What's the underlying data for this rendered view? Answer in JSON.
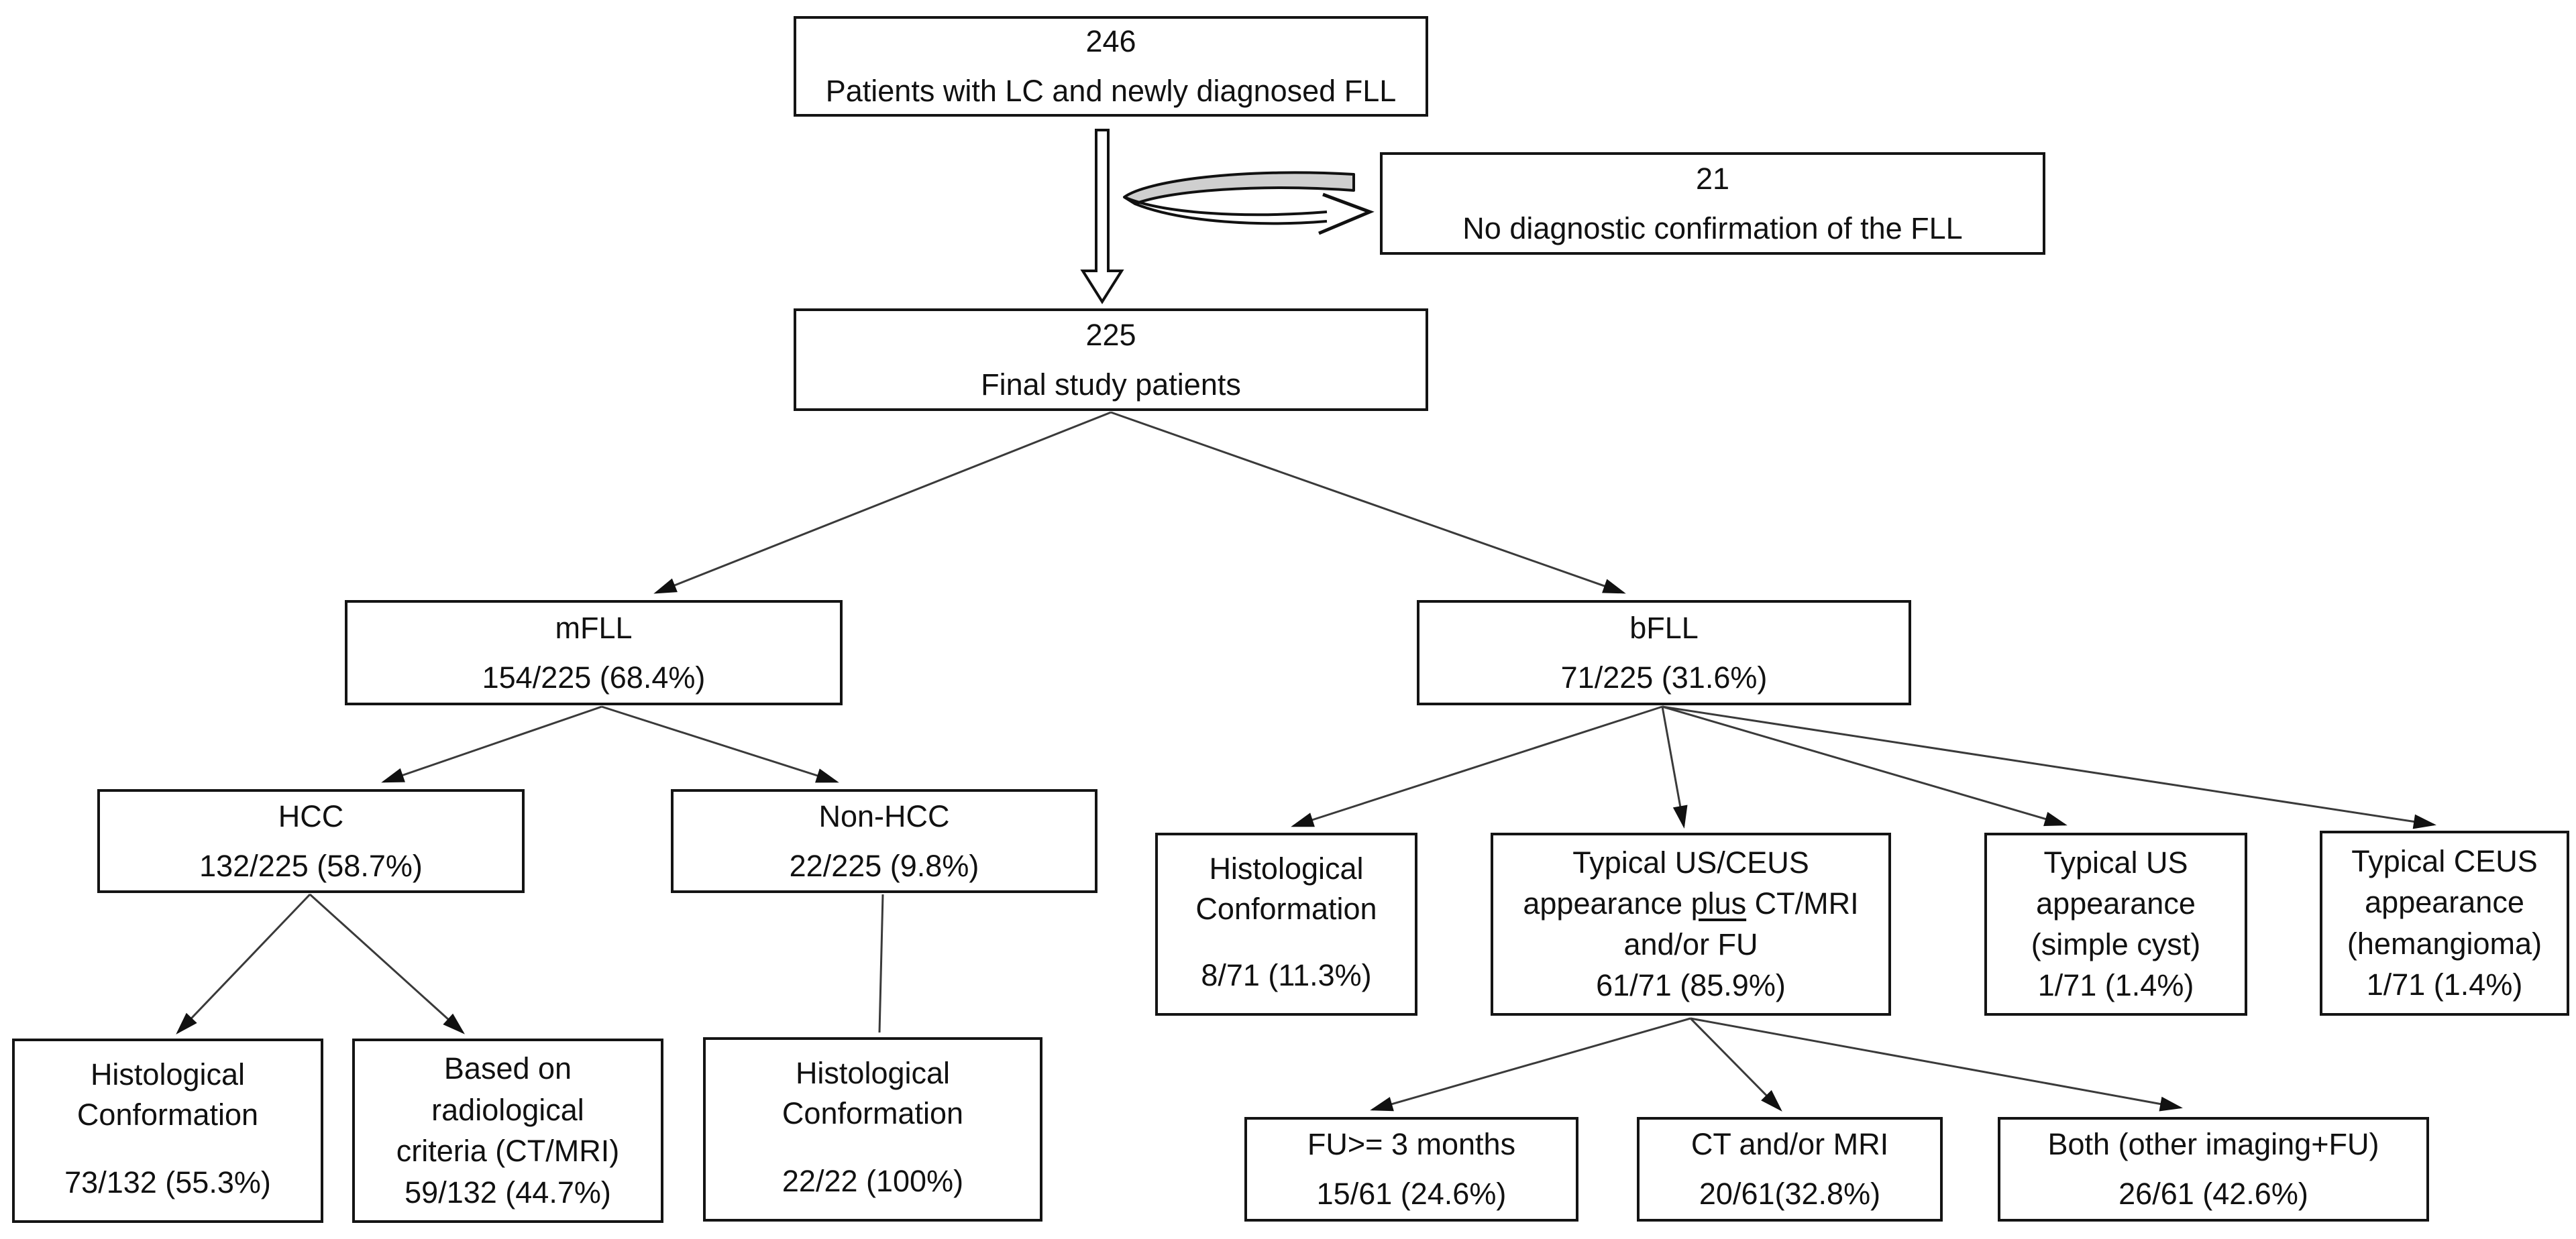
{
  "figure": {
    "background": "#ffffff",
    "colors": {
      "box_border": "#141414",
      "text": "#111111",
      "connector_line": "#3a3a3a",
      "loop_fill": "#cfcfcf"
    },
    "boxes": {
      "enrolled": {
        "count": "246",
        "label": "Patients with LC and newly diagnosed FLL"
      },
      "excluded": {
        "count": "21",
        "label": "No diagnostic confirmation of the FLL"
      },
      "final": {
        "count": "225",
        "label": "Final study patients"
      },
      "mfll": {
        "title": "mFLL",
        "stat": "154/225 (68.4%)"
      },
      "bfll": {
        "title": "bFLL",
        "stat": "71/225 (31.6%)"
      },
      "hcc": {
        "title": "HCC",
        "stat": "132/225 (58.7%)"
      },
      "nonhcc": {
        "title": "Non-HCC",
        "stat": "22/225 (9.8%)"
      },
      "hcc_hist": {
        "line1": "Histological",
        "line2": "Conformation",
        "stat": "73/132 (55.3%)"
      },
      "hcc_radio": {
        "line1": "Based on",
        "line2": "radiological",
        "line3": "criteria (CT/MRI)",
        "stat": "59/132 (44.7%)"
      },
      "nonhcc_hist": {
        "line1": "Histological",
        "line2": "Conformation",
        "stat": "22/22 (100%)"
      },
      "bfll_hist": {
        "line1": "Histological",
        "line2": "Conformation",
        "stat": "8/71 (11.3%)"
      },
      "bfll_usceus": {
        "line1": "Typical US/CEUS",
        "line2_pre": "appearance ",
        "line2_underline": "plus",
        "line2_post": " CT/MRI",
        "line3": "and/or FU",
        "stat": "61/71 (85.9%)"
      },
      "bfll_us": {
        "line1": "Typical US",
        "line2": "appearance",
        "line3": "(simple cyst)",
        "stat": "1/71 (1.4%)"
      },
      "bfll_ceus": {
        "line1": "Typical CEUS",
        "line2": "appearance",
        "line3": "(hemangioma)",
        "stat": "1/71 (1.4%)"
      },
      "fu": {
        "line1": "FU>= 3 months",
        "stat": "15/61 (24.6%)"
      },
      "ctmri": {
        "line1": "CT and/or MRI",
        "stat": "20/61(32.8%)"
      },
      "both": {
        "line1": "Both (other imaging+FU)",
        "stat": "26/61 (42.6%)"
      }
    }
  }
}
